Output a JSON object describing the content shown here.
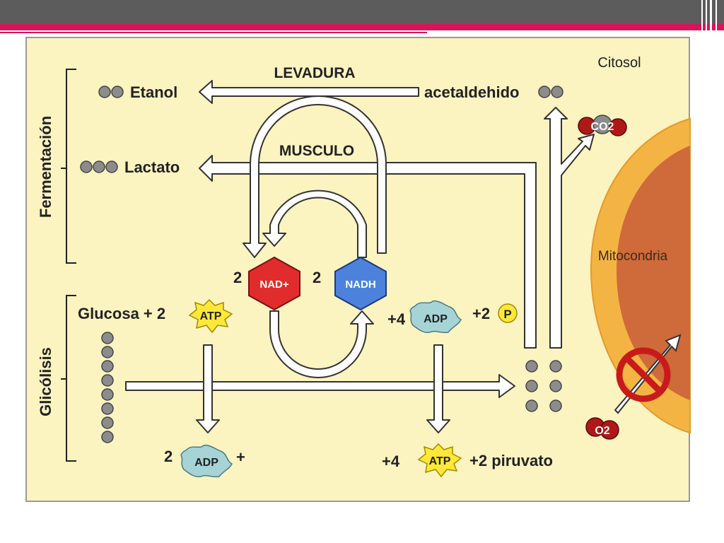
{
  "slide": {
    "colors": {
      "header_gray": "#5c5c5c",
      "accent_pink": "#d6145a",
      "panel_bg": "#fbf3c0",
      "nad_red": "#e02c2c",
      "nadh_blue": "#4d82dc",
      "atp_yellow": "#ffe83a",
      "adp_teal": "#a6d4d6",
      "mito_outer": "#f3b443",
      "mito_inner": "#cf6a3a",
      "molecule_gray": "#8c8c8c"
    }
  },
  "diagram": {
    "citosol": "Citosol",
    "mitocondria": "Mitocondria",
    "side_fermentacion": "Fermentación",
    "side_glicolisis": "Glicólisis",
    "levadura": "LEVADURA",
    "musculo": "MUSCULO",
    "etanol": "Etanol",
    "lactato": "Lactato",
    "acetaldehido": "acetaldehido",
    "co2": "CO2",
    "o2": "O2",
    "nad_coef": "2",
    "nad": "NAD+",
    "nadh_coef": "2",
    "nadh": "NADH",
    "glucosa": "Glucosa + 2",
    "atp_in": "ATP",
    "adp_in_coef": "+4",
    "adp_in": "ADP",
    "pi_coef": "+2",
    "pi": "P",
    "adp_out_coef": "2",
    "adp_out": "ADP",
    "adp_out_plus": "+",
    "atp_out_coef": "+4",
    "atp_out": "ATP",
    "piruvato": "+2 piruvato"
  }
}
